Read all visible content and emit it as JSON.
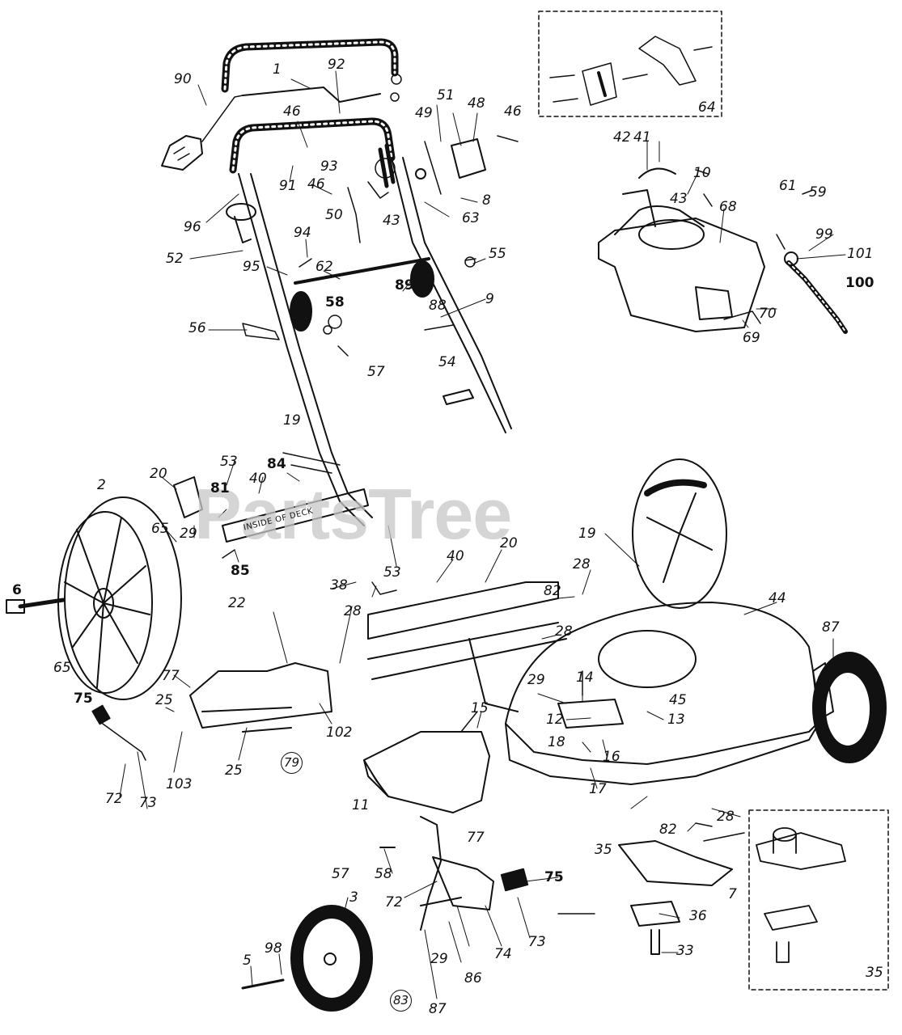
{
  "diagram": {
    "callouts": [
      "1",
      "2",
      "3",
      "5",
      "6",
      "7",
      "8",
      "9",
      "10",
      "11",
      "12",
      "13",
      "14",
      "15",
      "16",
      "17",
      "18",
      "19",
      "20",
      "22",
      "25",
      "28",
      "29",
      "33",
      "35",
      "36",
      "38",
      "40",
      "41",
      "42",
      "43",
      "44",
      "45",
      "46",
      "48",
      "49",
      "50",
      "51",
      "52",
      "53",
      "54",
      "55",
      "56",
      "57",
      "58",
      "59",
      "61",
      "62",
      "63",
      "64",
      "65",
      "68",
      "69",
      "70",
      "72",
      "73",
      "74",
      "75",
      "77",
      "79",
      "81",
      "82",
      "83",
      "84",
      "85",
      "86",
      "87",
      "88",
      "89",
      "90",
      "91",
      "92",
      "93",
      "94",
      "95",
      "96",
      "98",
      "99",
      "100",
      "101",
      "102",
      "103"
    ],
    "deck_label": "INSIDE OF DECK",
    "watermark": "PartsTree"
  }
}
